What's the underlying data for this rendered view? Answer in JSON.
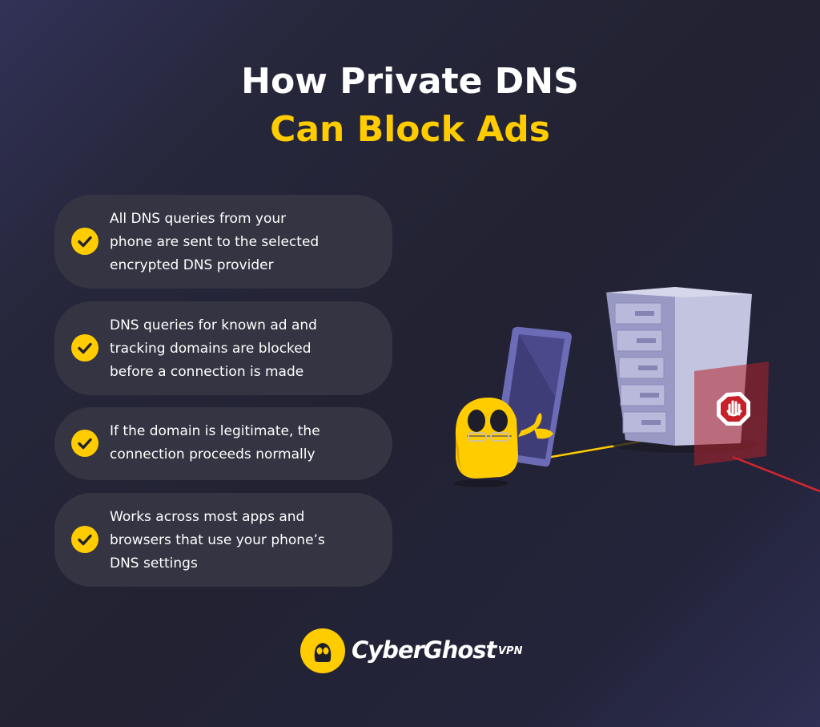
{
  "header": {
    "title_line1": "How Private DNS",
    "title_line2": "Can Block Ads"
  },
  "features": [
    {
      "lines": [
        "All DNS queries from your",
        "phone are sent to the selected",
        "encrypted DNS provider"
      ],
      "icon": "check-icon"
    },
    {
      "lines": [
        "DNS queries for known ad and",
        "tracking domains are blocked",
        "before a connection is made"
      ],
      "icon": "check-icon"
    },
    {
      "lines": [
        "If the domain is legitimate, the",
        "connection proceeds normally"
      ],
      "icon": "check-icon"
    },
    {
      "lines": [
        "Works across most apps and",
        "browsers that use your phone’s",
        "DNS settings"
      ],
      "icon": "check-icon"
    }
  ],
  "brand": {
    "name": "CyberGhost",
    "suffix": "VPN",
    "icon": "ghost-icon"
  },
  "colors": {
    "accent": "#ffcc00",
    "card": "#343442",
    "text": "#ffffff",
    "block": "#c8202a"
  }
}
